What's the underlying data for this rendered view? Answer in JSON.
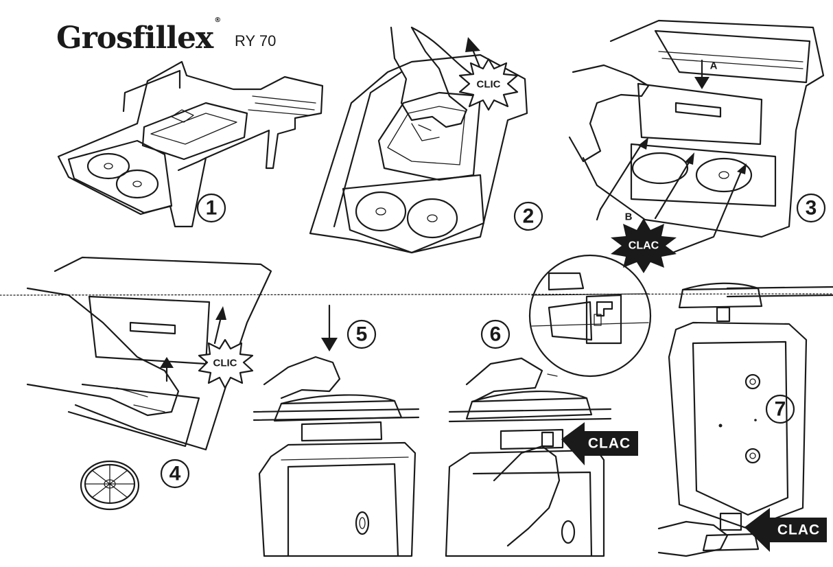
{
  "header": {
    "brand": "Grosfillex",
    "registered_mark": "®",
    "model": "RY 70"
  },
  "steps": [
    {
      "number": "1"
    },
    {
      "number": "2",
      "sound": "CLIC"
    },
    {
      "number": "3",
      "sound": "CLAC",
      "labels": [
        "A",
        "B"
      ]
    },
    {
      "number": "4",
      "sound": "CLIC"
    },
    {
      "number": "5"
    },
    {
      "number": "6",
      "sound": "CLAC"
    },
    {
      "number": "7",
      "sound": "CLAC"
    }
  ]
}
